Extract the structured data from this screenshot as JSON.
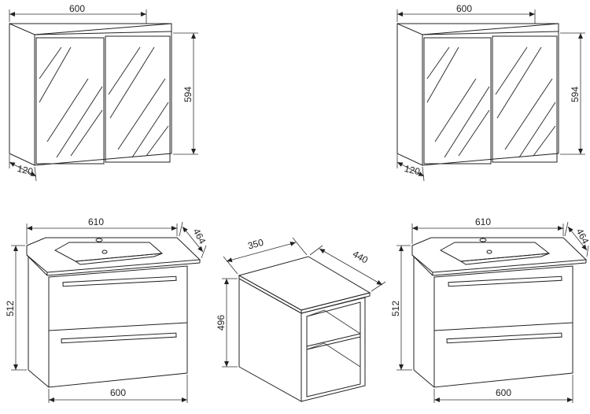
{
  "mirror_cabinet_left": {
    "width": "600",
    "height": "594",
    "depth": "120"
  },
  "mirror_cabinet_right": {
    "width": "600",
    "height": "594",
    "depth": "120"
  },
  "vanity_left": {
    "top_width": "610",
    "depth": "464",
    "height": "512",
    "base_width": "600"
  },
  "side_shelf": {
    "width": "350",
    "depth": "440",
    "height": "496"
  },
  "vanity_right": {
    "top_width": "610",
    "depth": "464",
    "height": "512",
    "base_width": "600"
  }
}
